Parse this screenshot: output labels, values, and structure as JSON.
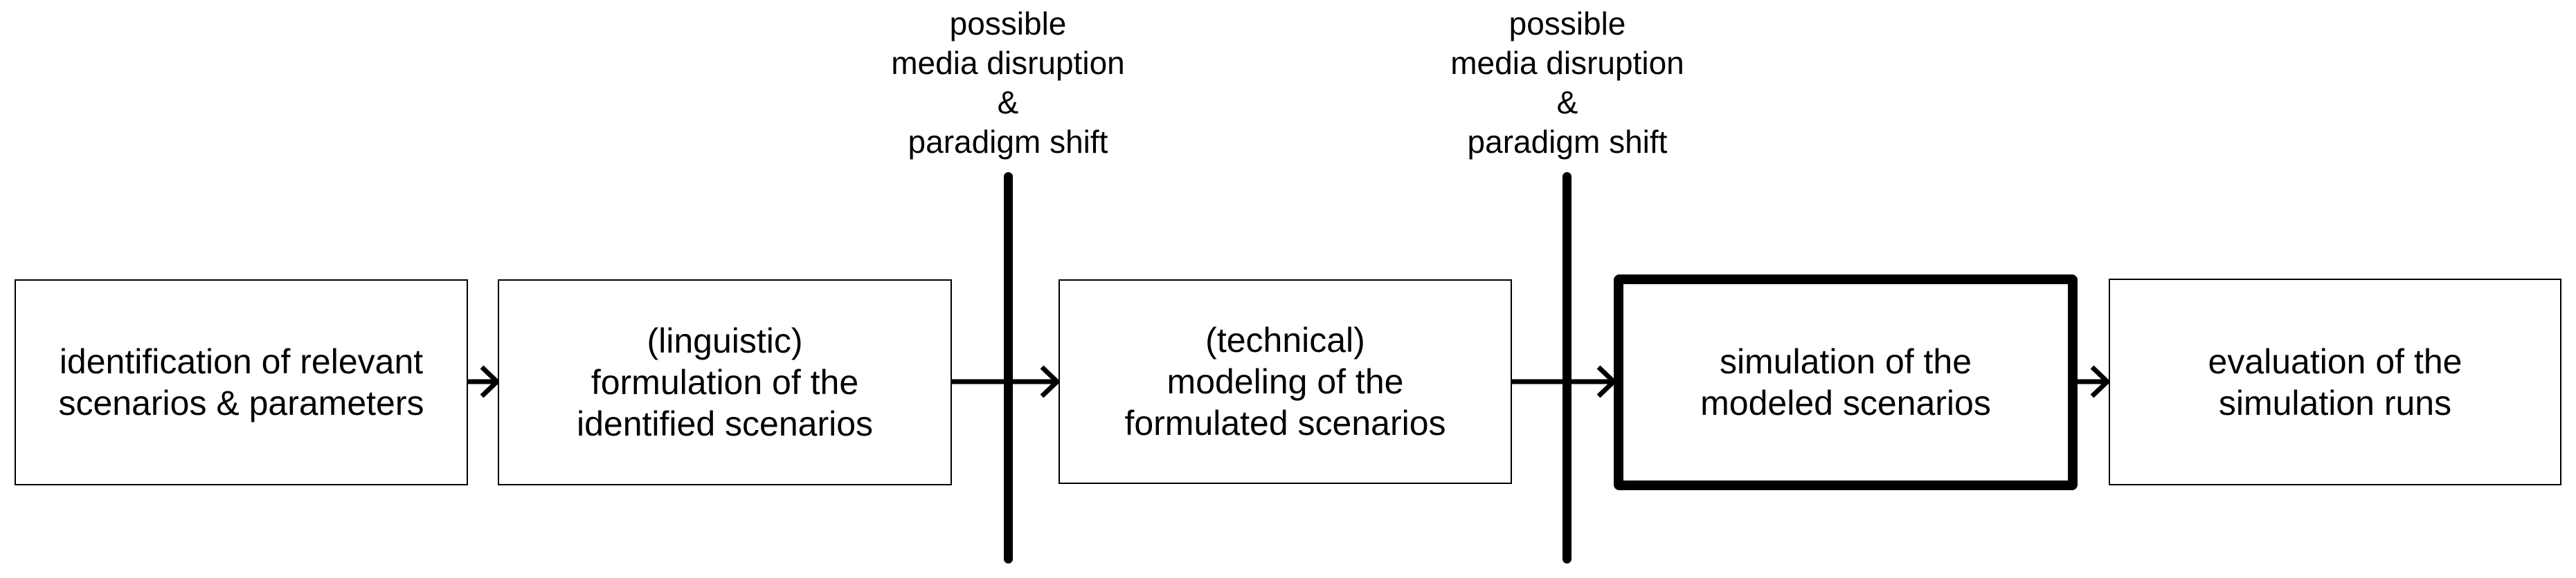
{
  "style": {
    "background": "#ffffff",
    "line_color": "#000000",
    "text_color": "#000000"
  },
  "steps": [
    {
      "label": "identification of relevant\nscenarios & parameters",
      "emphasized": false
    },
    {
      "label": "(linguistic)\nformulation of the\nidentified scenarios",
      "emphasized": false
    },
    {
      "label": "(technical)\nmodeling of the\nformulated scenarios",
      "emphasized": false
    },
    {
      "label": "simulation of the\nmodeled scenarios",
      "emphasized": true
    },
    {
      "label": "evaluation of the\nsimulation runs",
      "emphasized": false
    }
  ],
  "barriers": [
    {
      "label": "possible\nmedia disruption\n&\nparadigm shift",
      "between_steps": [
        2,
        3
      ]
    },
    {
      "label": "possible\nmedia disruption\n&\nparadigm shift",
      "between_steps": [
        3,
        4
      ]
    }
  ]
}
